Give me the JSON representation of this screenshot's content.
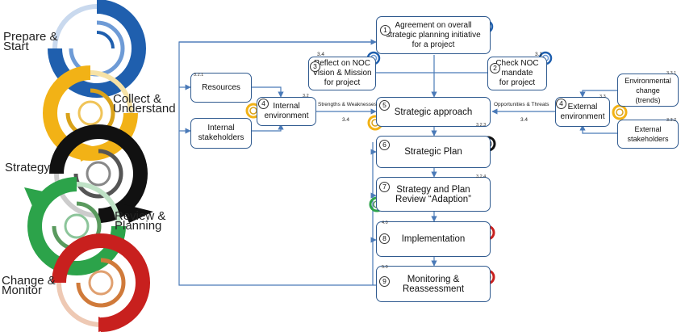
{
  "stages": [
    {
      "label": "Prepare &\nStart",
      "color": "#1f5fae"
    },
    {
      "label": "Collect &\nUnderstand",
      "color": "#f2b216"
    },
    {
      "label": "Strategy",
      "color": "#111111"
    },
    {
      "label": "Review &\nPlanning",
      "color": "#2ca34a"
    },
    {
      "label": "Change &\nMonitor",
      "color": "#c8201e"
    }
  ],
  "nodes": {
    "agreement": {
      "num": "1",
      "text": "Agreement on overall\nstrategic planning initiative\nfor a project"
    },
    "reflect": {
      "num": "3",
      "text": "Reflect on NOC\nVision & Mission\nfor project"
    },
    "check": {
      "num": "2",
      "text": "Check NOC\nmandate\nfor project"
    },
    "resources": {
      "text": "Resources",
      "tag": "3.2.1"
    },
    "internal_stakeholders": {
      "text": "Internal\nstakeholders"
    },
    "internal_env": {
      "num": "4",
      "text": "Internal\nenvironment",
      "tag": "3.2"
    },
    "strategic_approach": {
      "num": "5",
      "text": "Strategic approach",
      "tag": "3.2.3"
    },
    "external_env": {
      "num": "4",
      "text": "External\nenvironment",
      "tag": "3.3"
    },
    "env_change": {
      "text": "Environmental\nchange\n(trends)",
      "tag": "3.3.1"
    },
    "external_stakeholders": {
      "text": "External\nstakeholders",
      "tag": "3.3.2"
    },
    "strategic_plan": {
      "num": "6",
      "text": "Strategic Plan"
    },
    "review": {
      "num": "7",
      "text": "Strategy and Plan\nReview “Adaption”",
      "tag": "3.2.4"
    },
    "implementation": {
      "num": "8",
      "text": "Implementation",
      "tag": "4.0"
    },
    "monitoring": {
      "num": "9",
      "text": "Monitoring &\nReassessment",
      "tag": "5.0"
    }
  },
  "flow_labels": {
    "strengths": "Strengths & Weaknesses",
    "opportunities": "Opportunities & Threats",
    "tag_3_4_left": "3.4",
    "tag_3_4_right": "3.4",
    "tag_3_4_top": "3.4",
    "tag_3_1": "3.1"
  },
  "colors": {
    "box_border": "#2f5a8f",
    "arrow": "#4a7ab8",
    "blue": "#1f5fae",
    "yellow": "#f2b216",
    "black": "#111111",
    "green": "#2ca34a",
    "red": "#c8201e"
  }
}
